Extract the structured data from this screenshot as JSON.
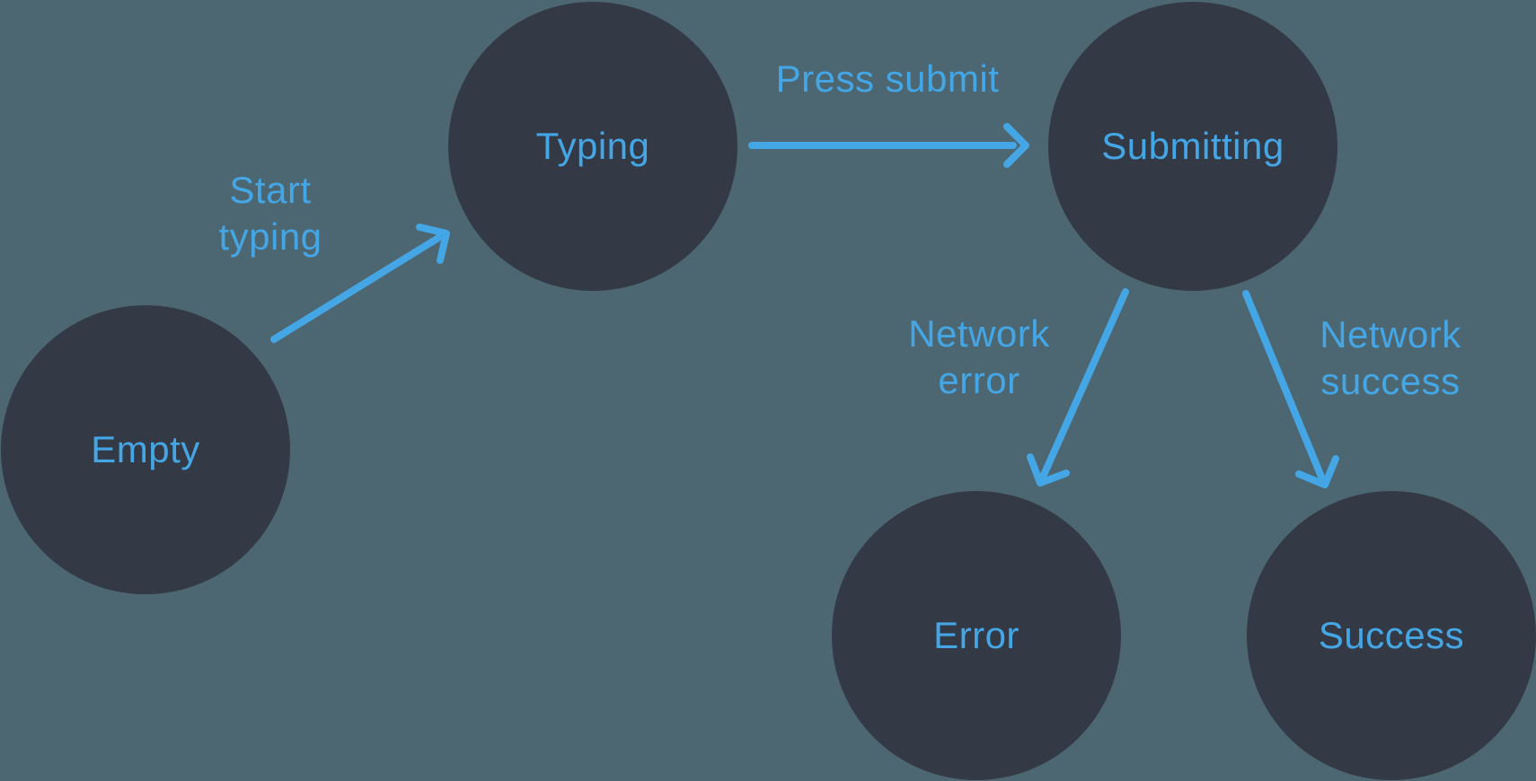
{
  "colors": {
    "background": "#4C6771",
    "node_fill": "#333A46",
    "accent": "#45A6E6"
  },
  "diagram": {
    "type": "state-machine",
    "nodes": [
      {
        "id": "empty",
        "label": "Empty"
      },
      {
        "id": "typing",
        "label": "Typing"
      },
      {
        "id": "submitting",
        "label": "Submitting"
      },
      {
        "id": "error",
        "label": "Error"
      },
      {
        "id": "success",
        "label": "Success"
      }
    ],
    "edges": [
      {
        "id": "start-typing",
        "label": "Start\ntyping",
        "from": "empty",
        "to": "typing"
      },
      {
        "id": "press-submit",
        "label": "Press submit",
        "from": "typing",
        "to": "submitting"
      },
      {
        "id": "network-error",
        "label": "Network\nerror",
        "from": "submitting",
        "to": "error"
      },
      {
        "id": "network-success",
        "label": "Network\nsuccess",
        "from": "submitting",
        "to": "success"
      }
    ]
  }
}
